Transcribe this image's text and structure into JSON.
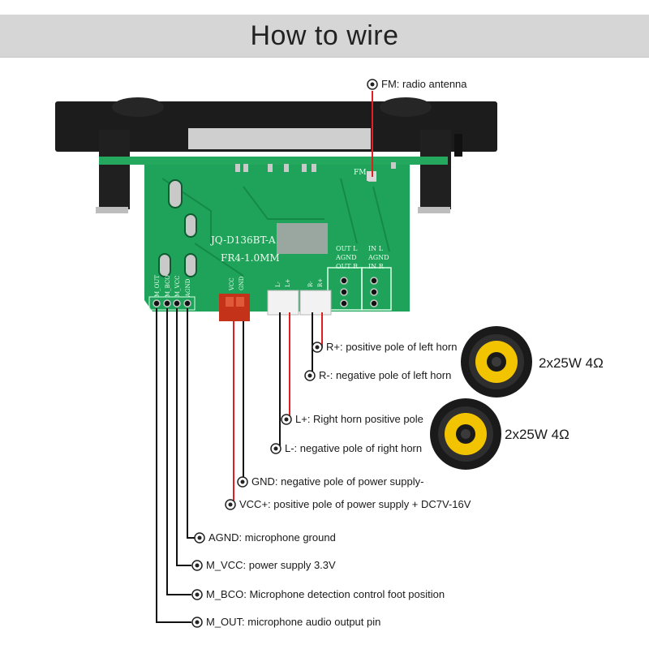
{
  "title": "How to wire",
  "board": {
    "model": "JQ-D136BT-A",
    "material": "FR4-1.0MM",
    "fm_mark": "FM",
    "out_labels": [
      "OUT L",
      "AGND",
      "OUT R"
    ],
    "in_labels": [
      "IN L",
      "AGND",
      "IN R"
    ],
    "left_pins": [
      "M_OUT",
      "M_BCO",
      "M_VCC",
      "AGND"
    ],
    "power_pins": [
      "VCC",
      "GND"
    ],
    "speaker_l_pins": [
      "L-",
      "L+"
    ],
    "speaker_r_pins": [
      "R-",
      "R+"
    ]
  },
  "labels": {
    "fm": "FM: radio antenna",
    "r_plus": "R+: positive pole of left horn",
    "r_minus": "R-: negative pole of left horn",
    "l_plus": "L+: Right horn positive pole",
    "l_minus": "L-: negative pole of right horn",
    "gnd": "GND: negative pole of power supply-",
    "vcc": "VCC+: positive pole of power supply + DC7V-16V",
    "agnd": "AGND: microphone ground",
    "m_vcc": "M_VCC: power supply 3.3V",
    "m_bco": "M_BCO: Microphone detection control foot position",
    "m_out": "M_OUT: microphone audio output pin"
  },
  "speakers": [
    {
      "spec": "2x25W 4Ω"
    },
    {
      "spec": "2x25W 4Ω"
    }
  ],
  "colors": {
    "wire_red": "#e02020",
    "wire_black": "#111111",
    "pcb": "#1fa35a",
    "speaker_cone": "#f2c400"
  }
}
